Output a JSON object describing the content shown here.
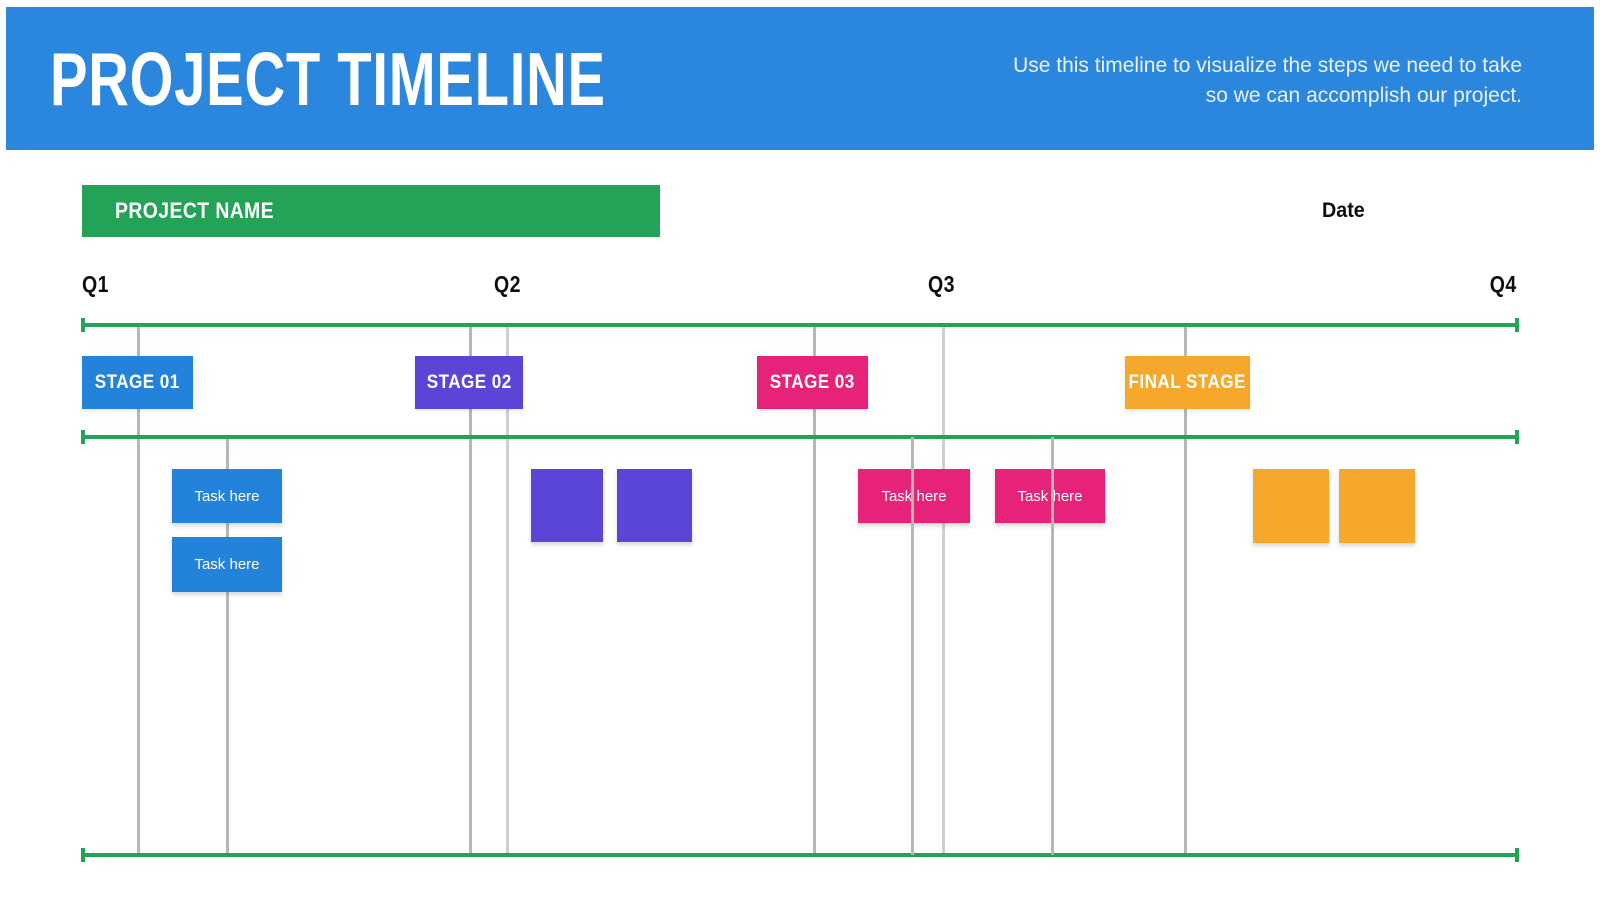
{
  "header": {
    "title": "PROJECT TIMELINE",
    "subtitle_lines": [
      "Use this timeline to visualize the steps we need to take",
      "so we can accomplish our project."
    ],
    "bg_color": "#2b86dd"
  },
  "project": {
    "name_label": "PROJECT NAME",
    "name_bar_color": "#24a356",
    "date_label": "Date"
  },
  "timeline": {
    "quarters": [
      {
        "label": "Q1"
      },
      {
        "label": "Q2"
      },
      {
        "label": "Q3"
      },
      {
        "label": "Q4"
      }
    ],
    "line_color": "#23a455",
    "gridline_color": "#b7b7b7",
    "gridline_color_light": "#cfcfcf"
  },
  "stages": [
    {
      "label": "STAGE 01",
      "color": "#2383da"
    },
    {
      "label": "STAGE 02",
      "color": "#5a45d6"
    },
    {
      "label": "STAGE 03",
      "color": "#e62379"
    },
    {
      "label": "FINAL STAGE",
      "color": "#f6a82c"
    }
  ],
  "tasks": [
    {
      "label": "Task here",
      "color": "#2383da"
    },
    {
      "label": "Task here",
      "color": "#2383da"
    },
    {
      "label": "",
      "color": "#5a45d6"
    },
    {
      "label": "",
      "color": "#5a45d6"
    },
    {
      "label": "Task here",
      "color": "#e62379"
    },
    {
      "label": "Task here",
      "color": "#e62379"
    },
    {
      "label": "",
      "color": "#f6a82c"
    },
    {
      "label": "",
      "color": "#f6a82c"
    }
  ]
}
